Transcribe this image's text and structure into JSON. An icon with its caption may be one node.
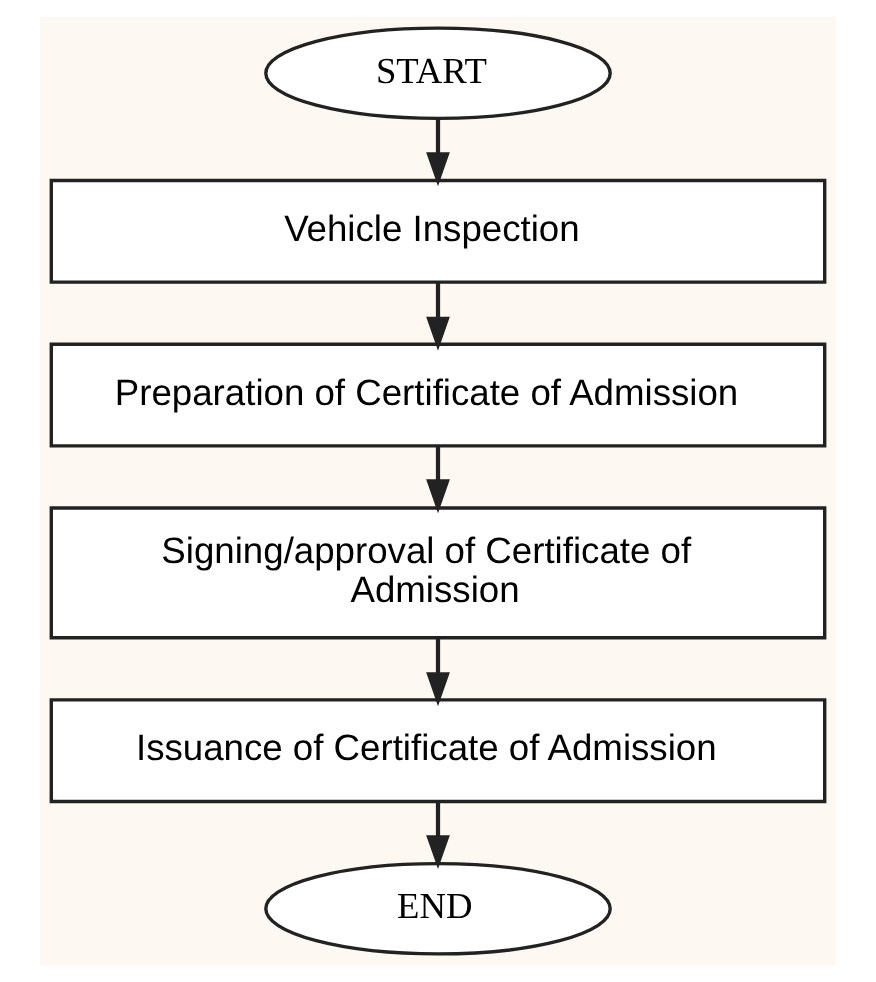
{
  "diagram": {
    "nodes": [
      {
        "text": [
          "START"
        ]
      },
      {
        "text": [
          "Vehicle Inspection"
        ]
      },
      {
        "text": [
          "Preparation of Certificate of Admission"
        ]
      },
      {
        "text": [
          "Signing/approval of Certificate of Admission"
        ]
      },
      {
        "text": [
          "Issuance of Certificate of Admission"
        ]
      },
      {
        "text": [
          "END"
        ]
      }
    ],
    "edges": [
      {
        "from": 0,
        "to": 1,
        "arrow": "to"
      },
      {
        "from": 1,
        "to": 2,
        "arrow": "to"
      },
      {
        "from": 2,
        "to": 3,
        "arrow": "to"
      },
      {
        "from": 3,
        "to": 4,
        "arrow": "to"
      },
      {
        "from": 4,
        "to": 5,
        "arrow": "to"
      }
    ]
  }
}
